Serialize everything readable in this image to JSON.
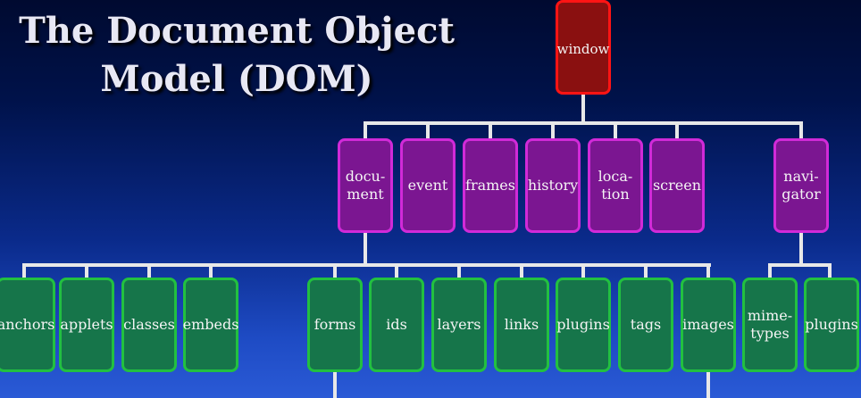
{
  "title": {
    "line1": "The Document Object",
    "line2": "Model (DOM)"
  },
  "root": {
    "label": "window"
  },
  "level2": [
    {
      "label": "docu-\nment"
    },
    {
      "label": "event"
    },
    {
      "label": "frames"
    },
    {
      "label": "history"
    },
    {
      "label": "loca-\ntion"
    },
    {
      "label": "screen"
    },
    {
      "label": "navi-\ngator"
    }
  ],
  "level3": [
    {
      "label": "anchors"
    },
    {
      "label": "applets"
    },
    {
      "label": "classes"
    },
    {
      "label": "embeds"
    },
    {
      "label": "forms"
    },
    {
      "label": "ids"
    },
    {
      "label": "layers"
    },
    {
      "label": "links"
    },
    {
      "label": "plugins"
    },
    {
      "label": "tags"
    },
    {
      "label": "images"
    },
    {
      "label": "mime-\ntypes"
    },
    {
      "label": "plugins"
    }
  ],
  "colors": {
    "root_fill": "#8a1010",
    "root_border": "#ff1414",
    "level2_fill": "#7b1691",
    "level2_border": "#d12ad8",
    "level3_fill": "#16754a",
    "level3_border": "#22c040",
    "connector": "#e8e8e8"
  }
}
